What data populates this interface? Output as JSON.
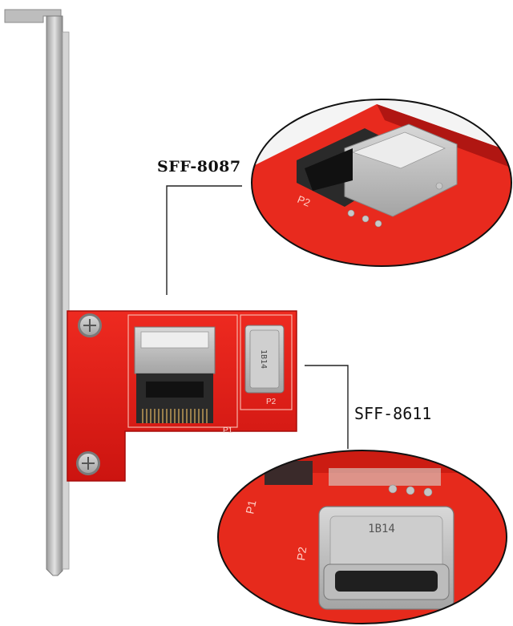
{
  "callouts": {
    "top_label": "SFF-8087",
    "bottom_label": "SFF-8611"
  },
  "board_markings": {
    "p1": "P1",
    "p2": "P2",
    "port_code": "1B14"
  },
  "colors": {
    "pcb_red": "#e8201c",
    "bracket_silver": "#c9c9c9",
    "connector_metal": "#b8b8b8",
    "connector_black": "#222222"
  }
}
